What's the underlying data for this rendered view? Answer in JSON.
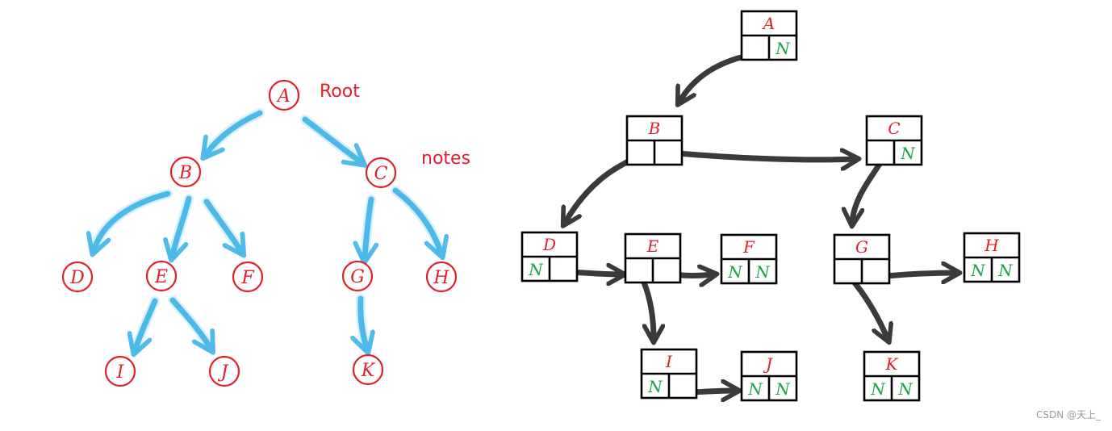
{
  "left_tree": {
    "nodes": [
      {
        "id": "A",
        "label": "A"
      },
      {
        "id": "B",
        "label": "B"
      },
      {
        "id": "C",
        "label": "C"
      },
      {
        "id": "D",
        "label": "D"
      },
      {
        "id": "E",
        "label": "E"
      },
      {
        "id": "F",
        "label": "F"
      },
      {
        "id": "G",
        "label": "G"
      },
      {
        "id": "H",
        "label": "H"
      },
      {
        "id": "I",
        "label": "I"
      },
      {
        "id": "J",
        "label": "J"
      },
      {
        "id": "K",
        "label": "K"
      }
    ],
    "edges": [
      [
        "A",
        "B"
      ],
      [
        "A",
        "C"
      ],
      [
        "B",
        "D"
      ],
      [
        "B",
        "E"
      ],
      [
        "B",
        "F"
      ],
      [
        "C",
        "G"
      ],
      [
        "C",
        "H"
      ],
      [
        "E",
        "I"
      ],
      [
        "E",
        "J"
      ],
      [
        "G",
        "K"
      ]
    ],
    "annotations": {
      "root": "Root",
      "notes": "notes"
    }
  },
  "right_diagram": {
    "boxes": [
      {
        "id": "A",
        "label": "A",
        "left": "",
        "right": "N"
      },
      {
        "id": "B",
        "label": "B",
        "left": "",
        "right": ""
      },
      {
        "id": "C",
        "label": "C",
        "left": "",
        "right": "N"
      },
      {
        "id": "D",
        "label": "D",
        "left": "N",
        "right": ""
      },
      {
        "id": "E",
        "label": "E",
        "left": "",
        "right": ""
      },
      {
        "id": "F",
        "label": "F",
        "left": "N",
        "right": "N"
      },
      {
        "id": "G",
        "label": "G",
        "left": "",
        "right": ""
      },
      {
        "id": "H",
        "label": "H",
        "left": "N",
        "right": "N"
      },
      {
        "id": "I",
        "label": "I",
        "left": "N",
        "right": ""
      },
      {
        "id": "J",
        "label": "J",
        "left": "N",
        "right": "N"
      },
      {
        "id": "K",
        "label": "K",
        "left": "N",
        "right": "N"
      }
    ],
    "links": [
      {
        "from": "A",
        "to": "B"
      },
      {
        "from": "B",
        "to": "D"
      },
      {
        "from": "B",
        "to": "C"
      },
      {
        "from": "C",
        "to": "G"
      },
      {
        "from": "D",
        "to": "E"
      },
      {
        "from": "E",
        "to": "F"
      },
      {
        "from": "E",
        "to": "I"
      },
      {
        "from": "I",
        "to": "J"
      },
      {
        "from": "G",
        "to": "H"
      },
      {
        "from": "G",
        "to": "K"
      }
    ]
  },
  "colors": {
    "node_label": "#e0202a",
    "null_label": "#1aa34a",
    "tree_edge": "#3fb4e8",
    "link_arrow": "#3a3a3a"
  },
  "watermark": "CSDN @天上_"
}
